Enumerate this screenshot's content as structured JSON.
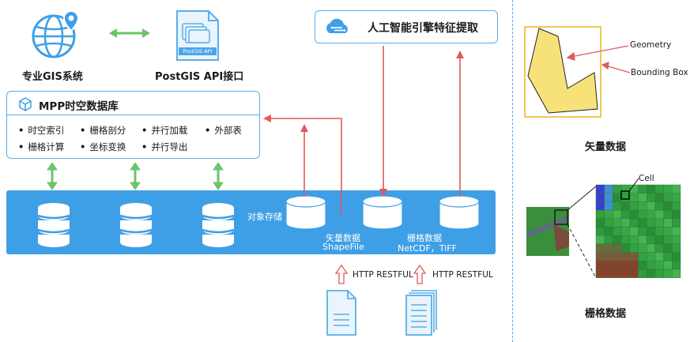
{
  "gis": {
    "label": "专业GIS系统"
  },
  "postgis_api": {
    "label": "PostGIS API接口",
    "badge": "PostGIS API"
  },
  "ai": {
    "label": "人工智能引擎特征提取"
  },
  "mpp": {
    "title": "MPP时空数据库",
    "features": [
      "时空索引",
      "栅格剖分",
      "并行加载",
      "外部表",
      "栅格计算",
      "坐标变换",
      "并行导出"
    ]
  },
  "storage": {
    "object_label": "对象存储",
    "vector_name": "矢量数据",
    "vector_format": "ShapeFile",
    "raster_name": "栅格数据",
    "raster_format": "NetCDF，TiFF"
  },
  "http_left": "HTTP RESTFUL",
  "http_right": "HTTP RESTFUL",
  "vector_panel": {
    "geometry": "Geometry",
    "bbox": "Bounding Box",
    "title": "矢量数据"
  },
  "raster_panel": {
    "cell": "Cell",
    "title": "栅格数据"
  },
  "colors": {
    "blue": "#3f9fe6",
    "green": "#6cc46c",
    "red": "#e05a5a",
    "poly_fill": "#f7e27a",
    "bbox": "#f0c040"
  }
}
